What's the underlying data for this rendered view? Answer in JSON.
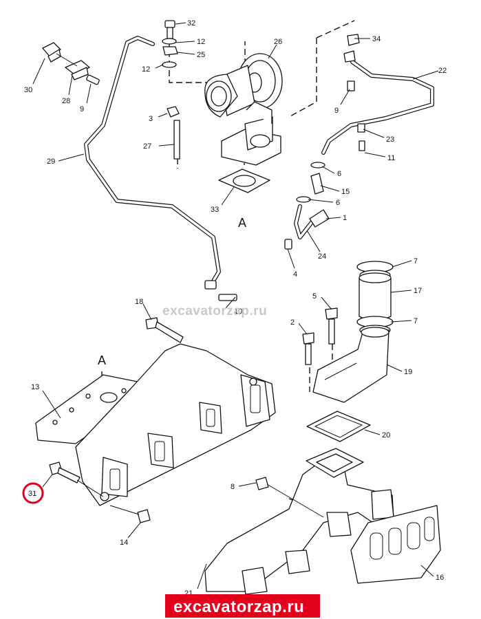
{
  "labels": {
    "p32": "32",
    "p12a": "12",
    "p25": "25",
    "p12b": "12",
    "p26": "26",
    "p34": "34",
    "p22": "22",
    "p30": "30",
    "p28": "28",
    "p9a": "9",
    "p9b": "9",
    "p3": "3",
    "p23": "23",
    "p27": "27",
    "p11": "11",
    "p29": "29",
    "p6a": "6",
    "p15": "15",
    "p6b": "6",
    "p33": "33",
    "p1": "1",
    "p24": "24",
    "p4": "4",
    "p7a": "7",
    "p17": "17",
    "p18": "18",
    "p5": "5",
    "p10": "10",
    "p7b": "7",
    "p2": "2",
    "p19": "19",
    "p13": "13",
    "p20": "20",
    "p8": "8",
    "p31": "31",
    "p14": "14",
    "p16": "16",
    "p21": "21"
  },
  "section_marks": {
    "upper": "A",
    "lower": "A"
  },
  "watermark_top": "excavatorzap.ru",
  "watermark_bottom": "excavatorzap.ru",
  "colors": {
    "highlight_circle": "#e3001b",
    "watermark_banner": "#e3001b",
    "watermark_gray": "#c9c9c9"
  }
}
